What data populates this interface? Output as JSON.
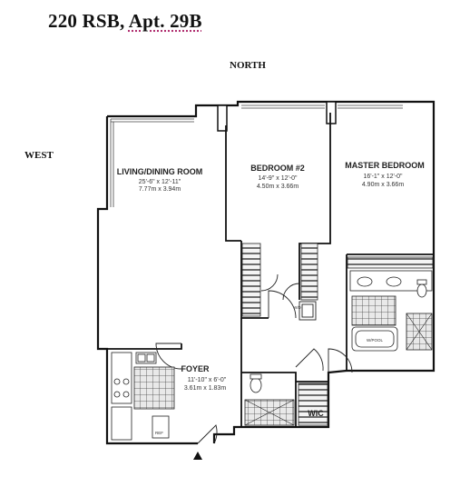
{
  "header": {
    "address": "220 RSB,",
    "apartment": "Apt. 29B"
  },
  "compass": {
    "north": "NORTH",
    "west": "WEST"
  },
  "rooms": {
    "living": {
      "name": "LIVING/DINING ROOM",
      "imperial": "25'-6\" x 12'-11\"",
      "metric": "7.77m x 3.94m"
    },
    "bedroom2": {
      "name": "BEDROOM #2",
      "imperial": "14'-9\" x 12'-0\"",
      "metric": "4.50m x 3.66m"
    },
    "master": {
      "name": "MASTER BEDROOM",
      "imperial": "16'-1\" x 12'-0\"",
      "metric": "4.90m x 3.66m"
    },
    "foyer": {
      "name": "FOYER",
      "imperial": "11'-10\" x 6'-0\"",
      "metric": "3.61m x 1.83m"
    },
    "wic": {
      "name": "WIC"
    }
  },
  "fixtures": {
    "washer_dryer": "W/D",
    "tub": "W/POOL",
    "ref": "REF"
  }
}
